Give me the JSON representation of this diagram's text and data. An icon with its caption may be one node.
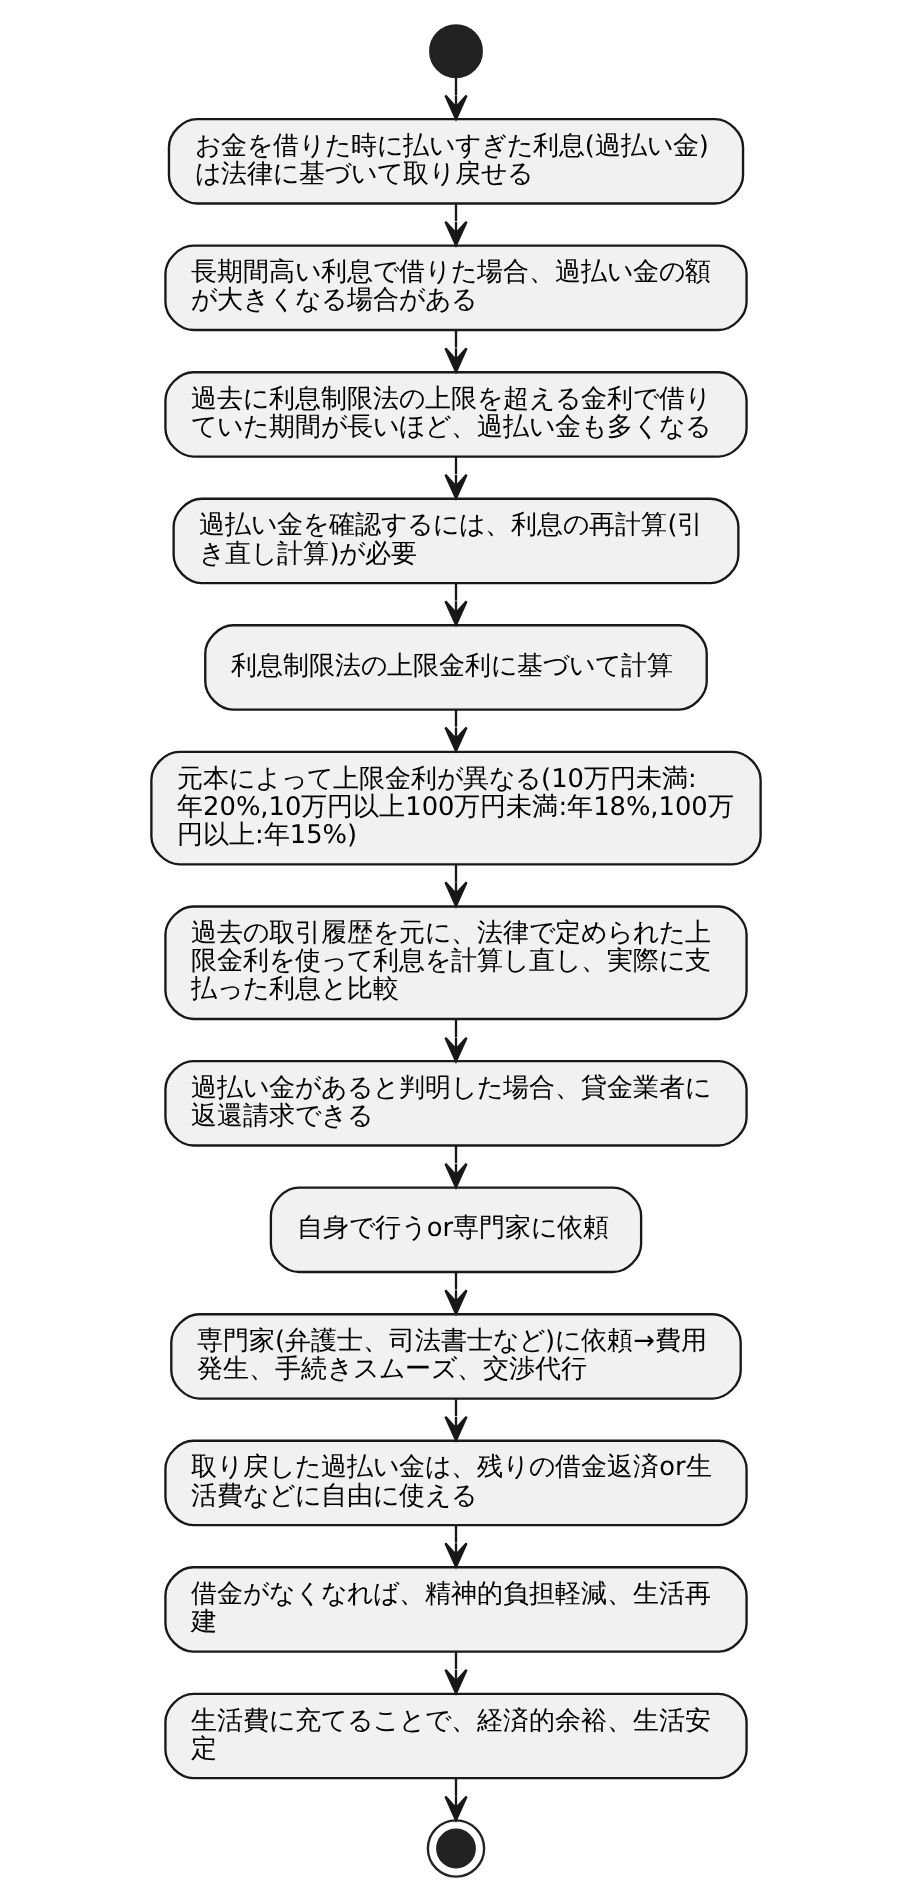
{
  "diagram": {
    "nodes": [
      {
        "text": [],
        "shape": "circle"
      },
      {
        "text": [
          "お金を借りた時に払いすぎた利息(過払い金)は法律に基づいて取り戻せる"
        ]
      },
      {
        "text": [
          "長期間高い利息で借りた場合、過払い金の額が大きくなる場合がある"
        ]
      },
      {
        "text": [
          "過去に利息制限法の上限を超える金利で借りていた期間が長いほど、過払い金も多くなる"
        ]
      },
      {
        "text": [
          "過払い金を確認するには、利息の再計算(引き直し計算)が必要"
        ]
      },
      {
        "text": [
          "利息制限法の上限金利に基づいて計算"
        ]
      },
      {
        "text": [
          "元本によって上限金利が異なる(10万円未満:年20%,10万円以上100万円未満:年18%,100万円以上:年15%)"
        ]
      },
      {
        "text": [
          "過去の取引履歴を元に、法律で定められた上限金利を使って利息を計算し直し、実際に支払った利息と比較"
        ]
      },
      {
        "text": [
          "過払い金があると判明した場合、貸金業者に返還請求できる"
        ]
      },
      {
        "text": [
          "自身で行うor専門家に依頼"
        ]
      },
      {
        "text": [
          "専門家(弁護士、司法書士など)に依頼→費用発生、手続きスムーズ、交渉代行"
        ]
      },
      {
        "text": [
          "取り戻した過払い金は、残りの借金返済or生活費などに自由に使える"
        ]
      },
      {
        "text": [
          "借金がなくなれば、精神的負担軽減、生活再建"
        ]
      },
      {
        "text": [
          "生活費に充てることで、経済的余裕、生活安定"
        ]
      },
      {
        "text": [],
        "shape": "bullseye"
      }
    ],
    "edges": [
      {
        "from": 0,
        "to": 1,
        "arrow": "to"
      },
      {
        "from": 1,
        "to": 2,
        "arrow": "to"
      },
      {
        "from": 2,
        "to": 3,
        "arrow": "to"
      },
      {
        "from": 3,
        "to": 4,
        "arrow": "to"
      },
      {
        "from": 4,
        "to": 5,
        "arrow": "to"
      },
      {
        "from": 5,
        "to": 6,
        "arrow": "to"
      },
      {
        "from": 6,
        "to": 7,
        "arrow": "to"
      },
      {
        "from": 7,
        "to": 8,
        "arrow": "to"
      },
      {
        "from": 8,
        "to": 9,
        "arrow": "to"
      },
      {
        "from": 9,
        "to": 10,
        "arrow": "to"
      },
      {
        "from": 10,
        "to": 11,
        "arrow": "to"
      },
      {
        "from": 11,
        "to": 12,
        "arrow": "to"
      },
      {
        "from": 12,
        "to": 13,
        "arrow": "to"
      },
      {
        "from": 13,
        "to": 14,
        "arrow": "to"
      }
    ]
  }
}
